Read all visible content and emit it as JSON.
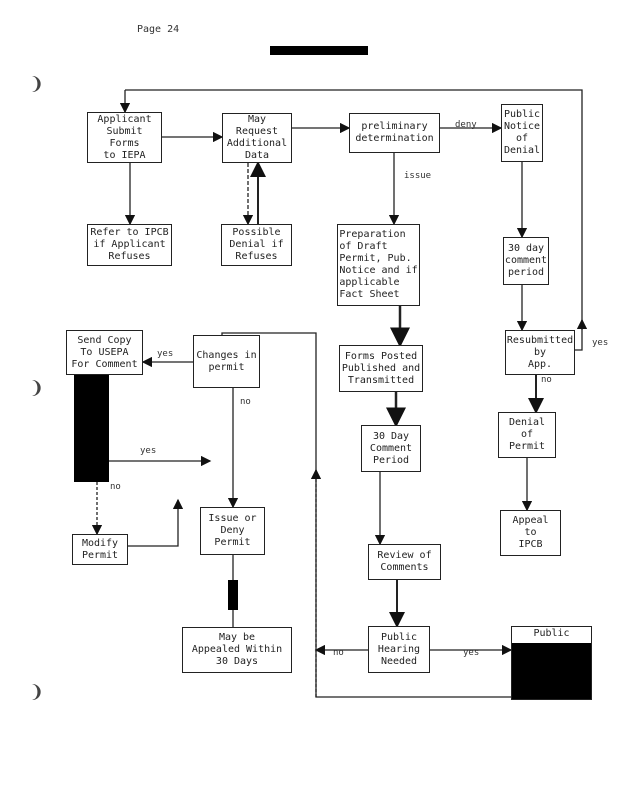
{
  "header": {
    "page_label": "Page 24"
  },
  "boxes": {
    "applicant": "Applicant\nSubmit Forms\nto IEPA",
    "may_request": "May Request\nAdditional\nData",
    "preliminary": "preliminary\ndetermination",
    "public_notice_denial": "Public\nNotice\nof\nDenial",
    "refer_ipcb": "Refer to IPCB\nif Applicant\nRefuses",
    "possible_denial": "Possible\nDenial if\nRefuses",
    "preparation": "Preparation\nof Draft\nPermit, Pub.\nNotice and if\napplicable\nFact Sheet",
    "thirty_day_comment_denial": "30 day\ncomment\nperiod",
    "send_copy": "Send Copy\nTo USEPA\nFor Comment",
    "changes_in_permit": "Changes in\npermit",
    "forms_posted": "Forms Posted\nPublished and\nTransmitted",
    "resubmitted": "Resubmitted\nby\nApp.",
    "thirty_day_comment": "30 Day\nComment\nPeriod",
    "denial_of_permit": "Denial\nof\nPermit",
    "modify_permit": "Modify\nPermit",
    "issue_or_deny": "Issue or\nDeny\nPermit",
    "review_comments": "Review of\nComments",
    "appeal_ipcb": "Appeal\nto\nIPCB",
    "may_be_appealed": "May be\nAppealed Within\n30 Days",
    "public_hearing_needed": "Public\nHearing\nNeeded",
    "public_hearing": "Public"
  },
  "edge_labels": {
    "deny": "deny",
    "issue": "issue",
    "yes_send": "yes",
    "no_changes": "no",
    "yes_usepa": "yes",
    "no_usepa": "no",
    "yes_resubmit": "yes",
    "no_resubmit": "no",
    "no_hearing": "no",
    "yes_hearing": "yes"
  }
}
